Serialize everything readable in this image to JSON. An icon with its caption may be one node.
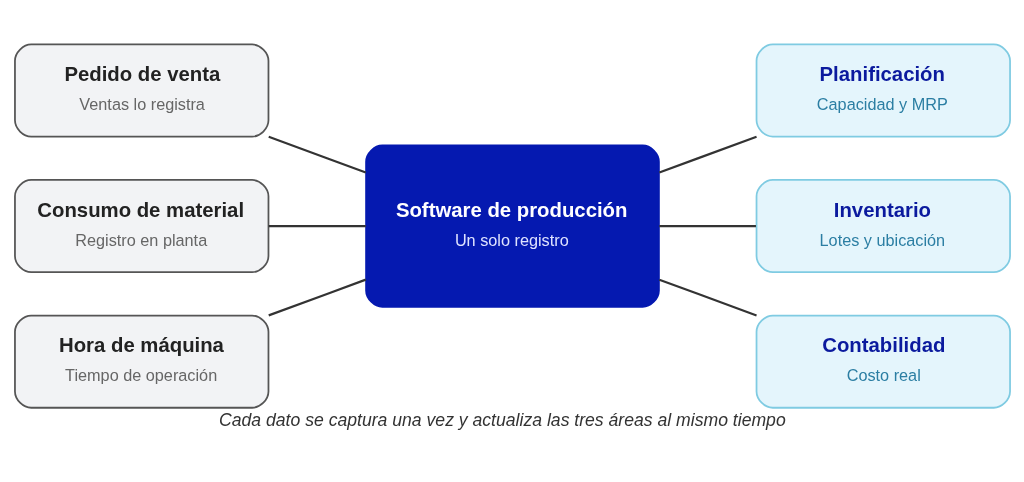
{
  "diagram": {
    "caption": "Cada dato se captura una vez y actualiza las tres áreas al mismo tiempo",
    "nodes": [
      {
        "text": [
          "Pedido de venta",
          "Ventas lo registra"
        ]
      },
      {
        "text": [
          "Consumo de material",
          "Registro en planta"
        ]
      },
      {
        "text": [
          "Hora de máquina",
          "Tiempo de operación"
        ]
      },
      {
        "text": [
          "Software de producción",
          "Un solo registro"
        ]
      },
      {
        "text": [
          "Planificación",
          "Capacidad y MRP"
        ]
      },
      {
        "text": [
          "Inventario",
          "Lotes y ubicación"
        ]
      },
      {
        "text": [
          "Contabilidad",
          "Costo real"
        ]
      }
    ],
    "edges": [
      {
        "from": 0,
        "to": 3,
        "arrow": "none"
      },
      {
        "from": 1,
        "to": 3,
        "arrow": "none"
      },
      {
        "from": 2,
        "to": 3,
        "arrow": "none"
      },
      {
        "from": 3,
        "to": 4,
        "arrow": "none"
      },
      {
        "from": 3,
        "to": 5,
        "arrow": "none"
      },
      {
        "from": 3,
        "to": 6,
        "arrow": "none"
      }
    ]
  }
}
